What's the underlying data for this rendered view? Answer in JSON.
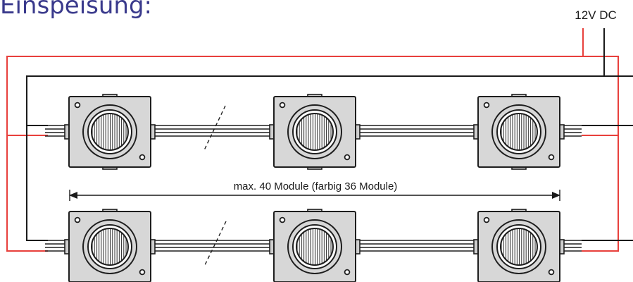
{
  "heading": "Einspeisung:",
  "power_label": "12V DC",
  "span_label": "max. 40 Module (farbig 36 Module)",
  "colors": {
    "positive_wire": "#e8403c",
    "negative_wire": "#1a1a1a",
    "heading": "#3a3a8c",
    "module_fill": "#d7d7d7",
    "module_stroke": "#1e1e1e"
  },
  "modules": {
    "rows": 2,
    "per_row": 3,
    "icon": "led-module-icon"
  }
}
